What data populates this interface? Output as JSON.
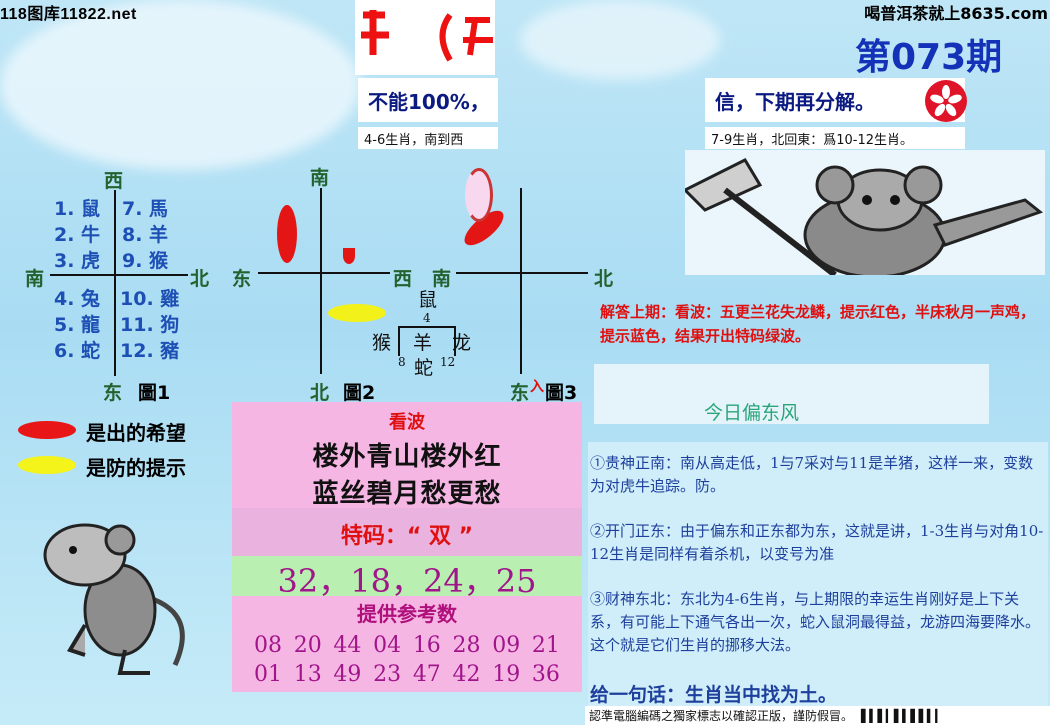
{
  "header": {
    "site_left": "118图库11822.net",
    "site_right": "喝普洱茶就上8635.com",
    "issue": "第073期"
  },
  "banner": {
    "top_left_partial": "不能100%，",
    "top_right_partial": "信，下期再分解。",
    "sub_left": "4-6生肖，南到西",
    "sub_right": "7-9生肖，北回東：爲10-12生肖。"
  },
  "fig1": {
    "dir_top": "西",
    "dir_left": "南",
    "dir_right": "北",
    "dir_bottom": "东",
    "label": "圖1",
    "left_items": [
      "1. 鼠",
      "2. 牛",
      "3. 虎",
      "4. 兔",
      "5. 龍",
      "6. 蛇"
    ],
    "right_items": [
      "7. 馬",
      "8. 羊",
      "9. 猴",
      "10. 雞",
      "11. 狗",
      "12. 豬"
    ]
  },
  "fig2": {
    "dir_top": "南",
    "dir_left": "东",
    "dir_mid": "西",
    "dir_bottom": "北",
    "label": "圖2"
  },
  "fig3": {
    "dir_left": "南",
    "dir_right": "北",
    "dir_bottom": "东",
    "label": "圖3",
    "corner": "入"
  },
  "center_glyphs": {
    "rat": "鼠",
    "num_top": "4",
    "monkey": "猴",
    "goat": "羊",
    "dragon": "龙",
    "num_left": "8",
    "snake": "蛇",
    "num_right": "12"
  },
  "legend": {
    "red_text": "是出的希望",
    "yellow_text": "是防的提示",
    "red_color": "#e81616",
    "yellow_color": "#f4f41a"
  },
  "answer": {
    "text": "解答上期：看波：五更兰花失龙鳞，提示红色，半床秋月一声鸡，提示蓝色，结果开出特码绿波。"
  },
  "wind": "今日偏东风",
  "poem": {
    "heading": "看波",
    "line1": "楼外青山楼外红",
    "line2": "蓝丝碧月愁更愁"
  },
  "special": {
    "label": "特码：“ 双 ”",
    "numbers": "32，18，24，25",
    "ref_title": "提供参考数",
    "row1": [
      "08",
      "20",
      "44",
      "04",
      "16",
      "28",
      "09",
      "21"
    ],
    "row2": [
      "01",
      "13",
      "49",
      "23",
      "47",
      "42",
      "19",
      "36"
    ]
  },
  "analysis": {
    "p1": "①贵神正南：南从高走低，1与7采对与11是羊猪，这样一来，变数为对虎牛追踪。防。",
    "p2": "②开门正东：由于偏东和正东都为东，这就是讲，1-3生肖与对角10-12生肖是同样有着杀机，以变号为准",
    "p3": "③财神东北：东北为4-6生肖，与上期限的幸运生肖刚好是上下关系，有可能上下通气各出一次，蛇入鼠洞最得益，龙游四海要降水。这个就是它们生肖的挪移大法。",
    "summary": "给一句话：生肖当中找为土。"
  },
  "footer": {
    "text": "認準電腦編碼之獨家標志以確認正版，謹防假冒。"
  }
}
